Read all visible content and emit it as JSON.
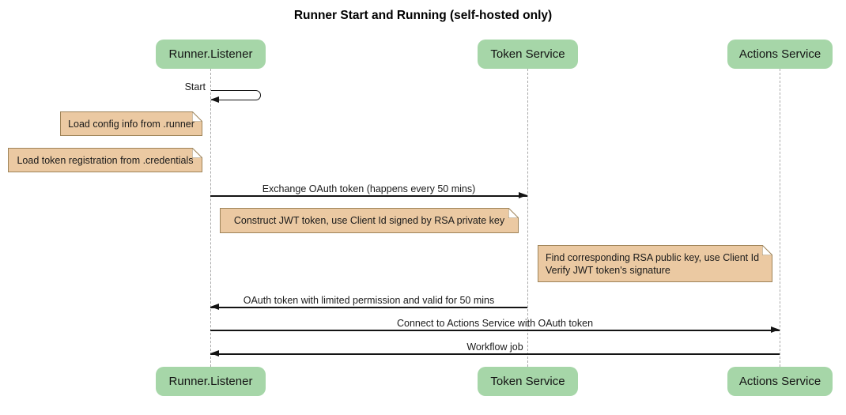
{
  "title": "Runner Start and Running (self-hosted only)",
  "participants": [
    {
      "id": "runner-listener",
      "label": "Runner.Listener"
    },
    {
      "id": "token-service",
      "label": "Token Service"
    },
    {
      "id": "actions-service",
      "label": "Actions Service"
    }
  ],
  "self_message": {
    "label": "Start",
    "from": "Runner.Listener",
    "to": "Runner.Listener"
  },
  "notes": [
    {
      "line1": "Load config info from .runner",
      "position": "left of Runner.Listener"
    },
    {
      "line1": "Load token registration from .credentials",
      "position": "left of Runner.Listener"
    },
    {
      "line1": "Construct JWT token, use Client Id signed by RSA private key",
      "position": "between Runner.Listener and Token Service"
    },
    {
      "line1": "Find corresponding RSA public key, use Client Id",
      "line2": "Verify JWT token's signature",
      "position": "between Token Service and Actions Service"
    }
  ],
  "messages": [
    {
      "label": "Exchange OAuth token (happens every 50 mins)",
      "from": "Runner.Listener",
      "to": "Token Service",
      "direction": "right"
    },
    {
      "label": "OAuth token with limited permission and valid for 50 mins",
      "from": "Token Service",
      "to": "Runner.Listener",
      "direction": "left"
    },
    {
      "label": "Connect to Actions Service with OAuth token",
      "from": "Runner.Listener",
      "to": "Actions Service",
      "direction": "right"
    },
    {
      "label": "Workflow job",
      "from": "Actions Service",
      "to": "Runner.Listener",
      "direction": "left"
    }
  ],
  "colors": {
    "participant_fill": "#A6D6A8",
    "note_fill": "#EBC9A2",
    "note_border": "#9E8358",
    "lifeline": "#A9A9A9",
    "line": "#141414",
    "text": "#1A1A1A"
  }
}
